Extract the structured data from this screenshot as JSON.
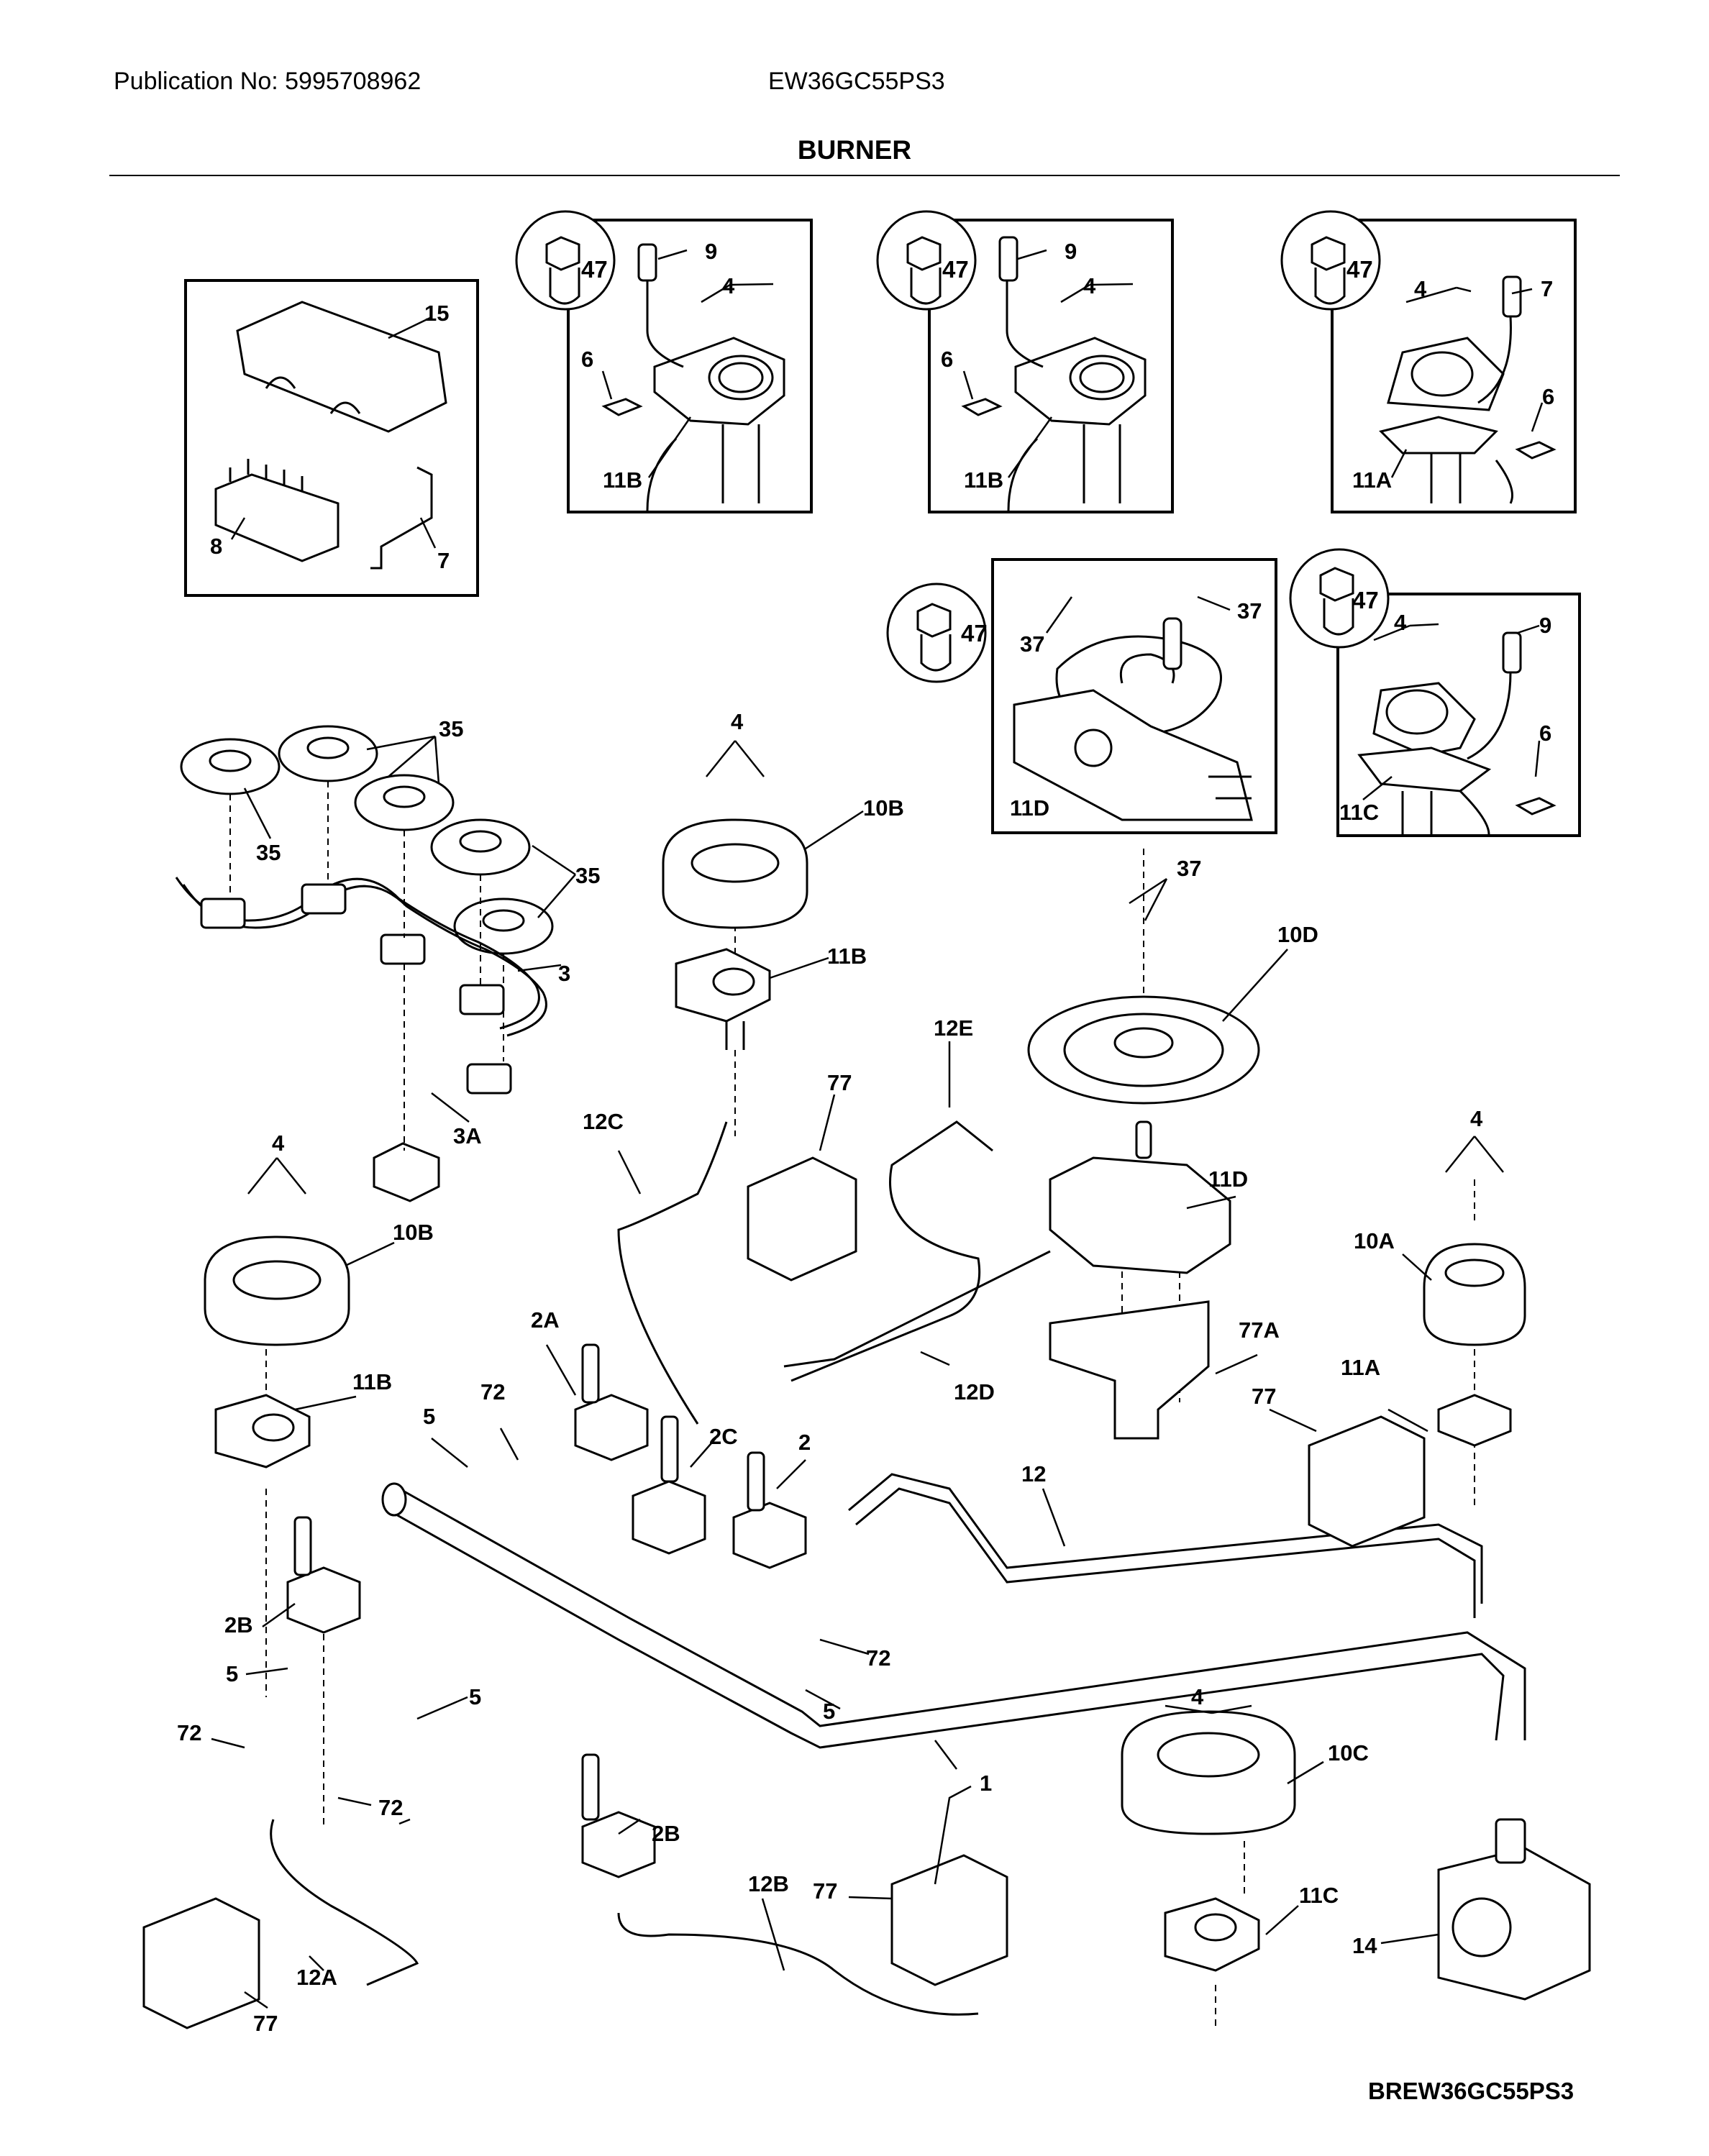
{
  "header": {
    "publication": "Publication No: 5995708962",
    "model": "EW36GC55PS3",
    "title": "BURNER"
  },
  "footer": {
    "code": "BREW36GC55PS3"
  },
  "labels": {
    "l15": "15",
    "l8": "8",
    "l7a": "7",
    "l47a": "47",
    "l9a": "9",
    "l4a": "4",
    "l6a": "6",
    "l11Ba": "11B",
    "l47b": "47",
    "l9b": "9",
    "l4b": "4",
    "l6b": "6",
    "l11Bb": "11B",
    "l47c": "47",
    "l4c": "4",
    "l7b": "7",
    "l6c": "6",
    "l11Aa": "11A",
    "l47d": "47",
    "l37a": "37",
    "l37b": "37",
    "l11Da": "11D",
    "l47e": "47",
    "l4d": "4",
    "l9c": "9",
    "l6d": "6",
    "l11Ca": "11C",
    "l35a": "35",
    "l35b": "35",
    "l35c": "35",
    "l3": "3",
    "l3A": "3A",
    "l4e": "4",
    "l10Ba": "10B",
    "l11Bc": "11B",
    "l37c": "37",
    "l10D": "10D",
    "l12E": "12E",
    "l77a": "77",
    "l12C": "12C",
    "l11Db": "11D",
    "l4f": "4",
    "l10A": "10A",
    "l77A": "77A",
    "l12D": "12D",
    "l4g": "4",
    "l10Bb": "10B",
    "l2A": "2A",
    "l72a": "72",
    "l11Bd": "11B",
    "l5a": "5",
    "l2C": "2C",
    "l2": "2",
    "l12": "12",
    "l77b": "77",
    "l11Ab": "11A",
    "l2Ba": "2B",
    "l5b": "5",
    "l72b": "72",
    "l5c": "5",
    "l72c": "72",
    "l5d": "5",
    "l1": "1",
    "l4h": "4",
    "l10C": "10C",
    "l72d": "72",
    "l2Bb": "2B",
    "l12B": "12B",
    "l77c": "77",
    "l11Cb": "11C",
    "l14": "14",
    "l12A": "12A",
    "l77d": "77"
  }
}
